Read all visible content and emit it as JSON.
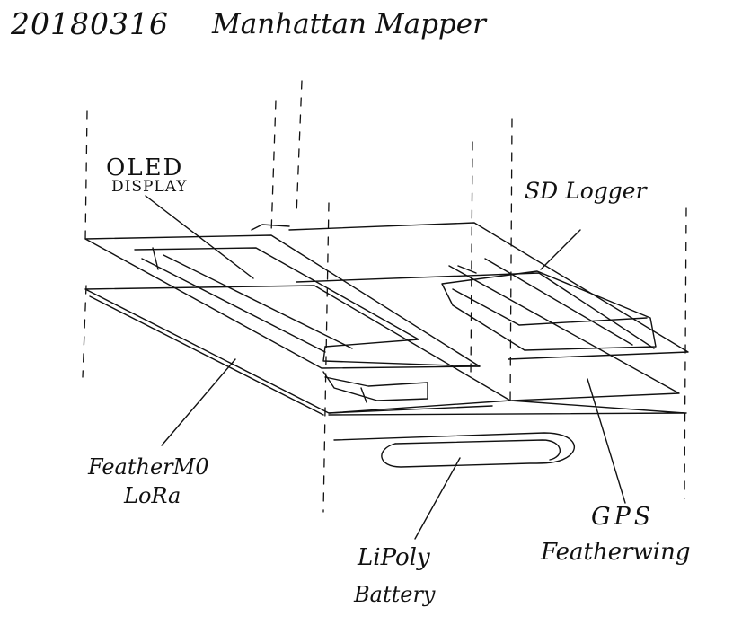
{
  "header": {
    "date": "20180316",
    "title": "Manhattan Mapper"
  },
  "labels": {
    "oled": "OLED",
    "display": "DISPLAY",
    "sd_logger": "SD Logger",
    "feather_line1": "FeatherM0",
    "feather_line2": "LoRa",
    "lipoly_line1": "LiPoly",
    "lipoly_line2": "Battery",
    "gps_line1": "GPS",
    "gps_line2": "Featherwing"
  }
}
